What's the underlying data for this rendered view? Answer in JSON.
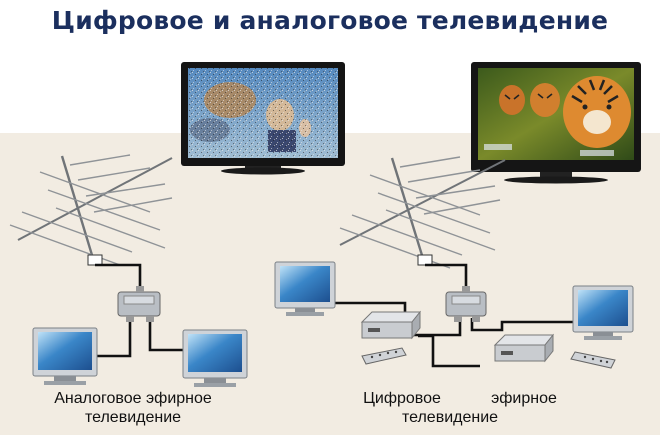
{
  "title": "Цифровое и аналоговое телевидение",
  "analog": {
    "caption_line1": "Аналоговое эфирное",
    "caption_line2": "телевидение"
  },
  "digital": {
    "caption_word1": "Цифровое",
    "caption_word2": "эфирное",
    "caption_line2": "телевидение"
  },
  "colors": {
    "panel_bg": "#f2ece2",
    "title": "#1b2f5e",
    "cable": "#111111",
    "screen_blue": "#3a86c8"
  },
  "icons": [
    "antenna-icon",
    "splitter-icon",
    "tv-monitor-icon",
    "set-top-box-icon",
    "remote-control-icon"
  ]
}
